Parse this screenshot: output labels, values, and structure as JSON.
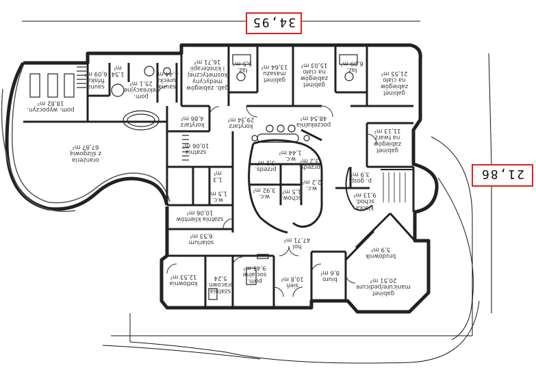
{
  "dimensions": {
    "width": "34,95",
    "height": "21,86"
  },
  "rooms": [
    {
      "id": "oranzeria",
      "lines": [
        "oranżeria",
        "z ślizgowią",
        "67,87 m²"
      ]
    },
    {
      "id": "pom-wypoczyn",
      "lines": [
        "pom. wypoczyn.",
        "18,82 m²"
      ]
    },
    {
      "id": "sauna-finska",
      "lines": [
        "sauna",
        "fińska",
        "6,09 m²"
      ]
    },
    {
      "id": "pom-rekreacyjne",
      "lines": [
        "pom.",
        "rekreacyjne",
        "25,1 m²"
      ]
    },
    {
      "id": "sauna-turecka",
      "lines": [
        "sauna",
        "turecka",
        "4,44 m²"
      ]
    },
    {
      "id": "pom-1-54",
      "lines": [
        "1,54",
        "m²"
      ]
    },
    {
      "id": "gab-zabiegow-medycyny",
      "lines": [
        "gab. zabiegów",
        "medycyny",
        "kosmetycznej",
        "i kinoterapii",
        "16,71 m²"
      ]
    },
    {
      "id": "laz-1",
      "lines": [
        "łaz.",
        "5,5 m²"
      ]
    },
    {
      "id": "gabinet-masazu",
      "lines": [
        "gabinet",
        "masażu",
        "13,64 m²"
      ]
    },
    {
      "id": "gabinet-zabiegow-cialo-1",
      "lines": [
        "gabinet",
        "zabiegów",
        "na ciało",
        "15,03 m²"
      ]
    },
    {
      "id": "laz-2",
      "lines": [
        "łaz.",
        "6,09 m²"
      ]
    },
    {
      "id": "gabinet-zabiegow-cialo-2",
      "lines": [
        "gabinet",
        "zabiegów",
        "na ciało",
        "21,55 m²"
      ]
    },
    {
      "id": "korytarz-1",
      "lines": [
        "korytarz",
        "4,86 m²"
      ]
    },
    {
      "id": "korytarz-2",
      "lines": [
        "korytarz",
        "29,34 m²"
      ]
    },
    {
      "id": "poczekalnia",
      "lines": [
        "poczekalnia",
        "48,54 m²"
      ]
    },
    {
      "id": "gabinet-zabiegow-twarz",
      "lines": [
        "gabinet",
        "zabiegów",
        "na twarz",
        "11,13 m²"
      ]
    },
    {
      "id": "szatnia-1",
      "lines": [
        "szatnia",
        "10,06 m²"
      ]
    },
    {
      "id": "wc-1",
      "lines": [
        "1,3",
        "m²"
      ]
    },
    {
      "id": "wc-2",
      "lines": [
        "w.c.",
        "1,5 m²"
      ]
    },
    {
      "id": "wc-center",
      "lines": [
        "w.c.",
        "1,44 m²"
      ]
    },
    {
      "id": "przeds-center",
      "lines": [
        "przeds.",
        "5,2 m²"
      ]
    },
    {
      "id": "przeds-right",
      "lines": [
        "przeds.",
        "3,2 m²"
      ]
    },
    {
      "id": "wc-center-2",
      "lines": [
        "w.c.",
        "3,92 m²"
      ]
    },
    {
      "id": "schow",
      "lines": [
        "schow.",
        "1,5 m²"
      ]
    },
    {
      "id": "wc-right",
      "lines": [
        "w.c.",
        "2,2 m²"
      ]
    },
    {
      "id": "pom-gosp",
      "lines": [
        "p. gosp.",
        "3,9 m²"
      ]
    },
    {
      "id": "klatka-schod",
      "lines": [
        "klatka",
        "schod.",
        "9,13 m²"
      ]
    },
    {
      "id": "szatnia-klientow",
      "lines": [
        "szatnia klientów",
        "10,06 m²"
      ]
    },
    {
      "id": "solarium",
      "lines": [
        "solarium",
        "6,53 m²"
      ]
    },
    {
      "id": "hol",
      "lines": [
        "hol",
        "47,71 m²"
      ]
    },
    {
      "id": "brudownik",
      "lines": [
        "brudownik",
        "5,9 m²"
      ]
    },
    {
      "id": "kotlownia",
      "lines": [
        "kotłownia",
        "12,53 m²"
      ]
    },
    {
      "id": "pom-socjalne",
      "lines": [
        "pom.",
        "socjalne",
        "9,45 m²"
      ]
    },
    {
      "id": "szatnia-pracown",
      "lines": [
        "szatnia",
        "pracown.",
        "5,24"
      ]
    },
    {
      "id": "sien",
      "lines": [
        "sień",
        "10,8 m²"
      ]
    },
    {
      "id": "biuro",
      "lines": [
        "biuro",
        "8,6 m²"
      ]
    },
    {
      "id": "gabinet-manicure",
      "lines": [
        "gabinet",
        "manicure/pedicure",
        "20,51 m²"
      ]
    }
  ]
}
